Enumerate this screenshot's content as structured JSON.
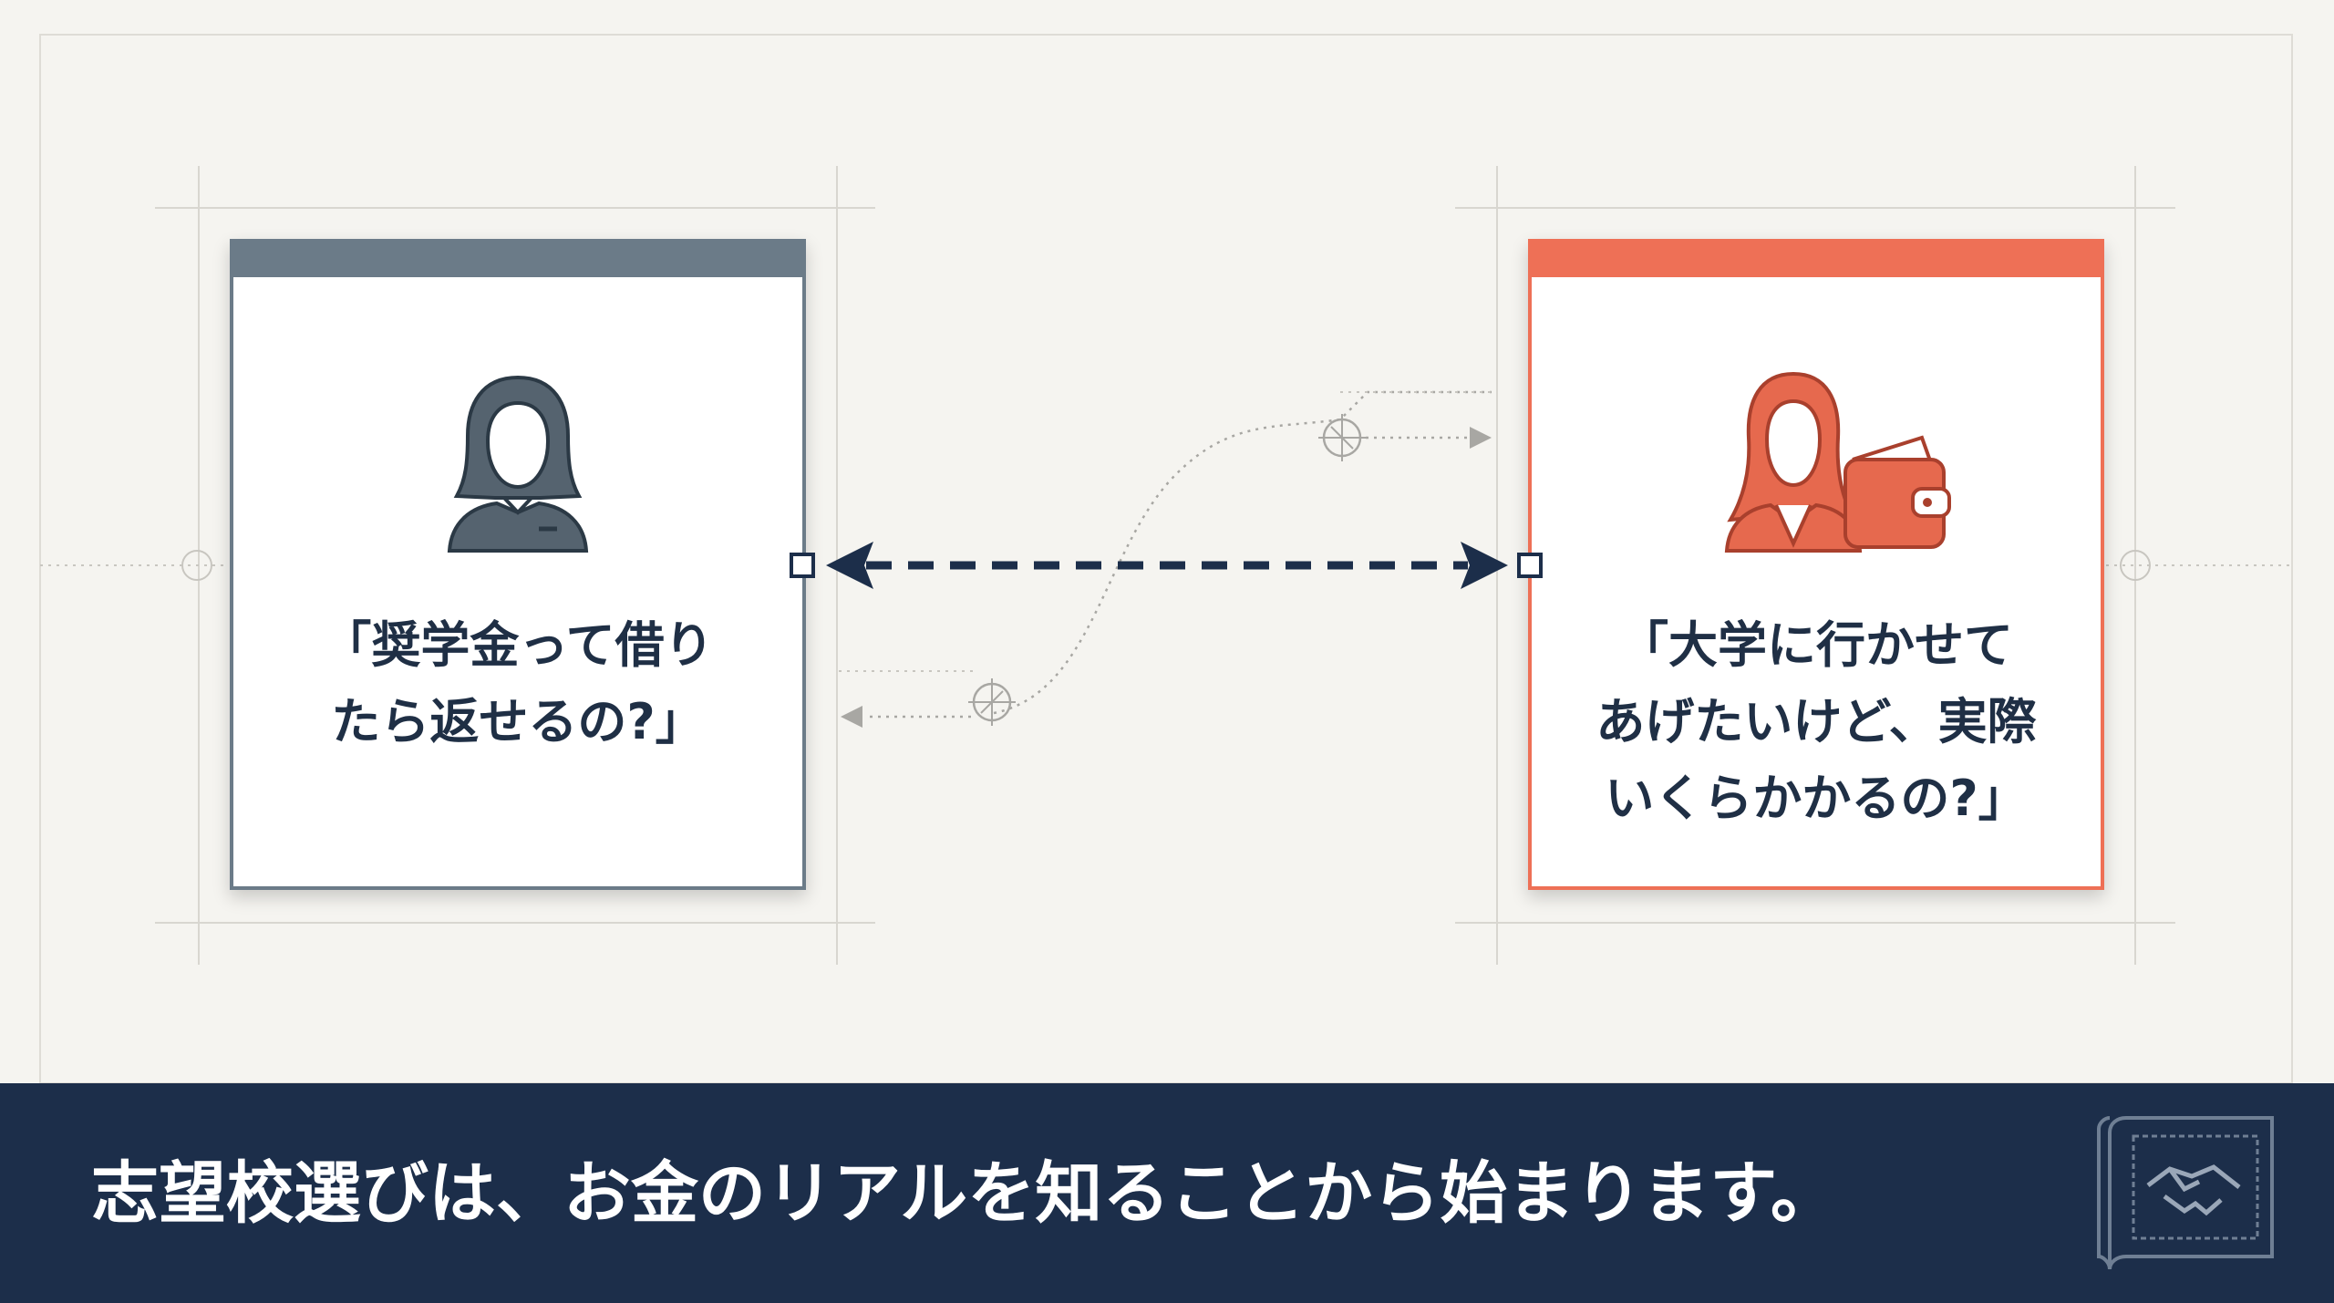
{
  "left_card": {
    "quote_lines": [
      "「奨学金って借り",
      "たら返せるの?」"
    ],
    "accent_color": "#6b7b88",
    "icon": "student-avatar-icon"
  },
  "right_card": {
    "quote_lines": [
      "「大学に行かせて",
      "あげたいけど、実際",
      "いくらかかるの?」"
    ],
    "accent_color": "#ee7056",
    "icon": "parent-with-wallet-icon"
  },
  "connector": {
    "color": "#1c2e4a",
    "style": "dashed-double-arrow"
  },
  "banner": {
    "text": "志望校選びは、お金のリアルを知ることから始まります。",
    "background": "#1c2e4a",
    "icon": "handshake-blueprint-icon"
  }
}
